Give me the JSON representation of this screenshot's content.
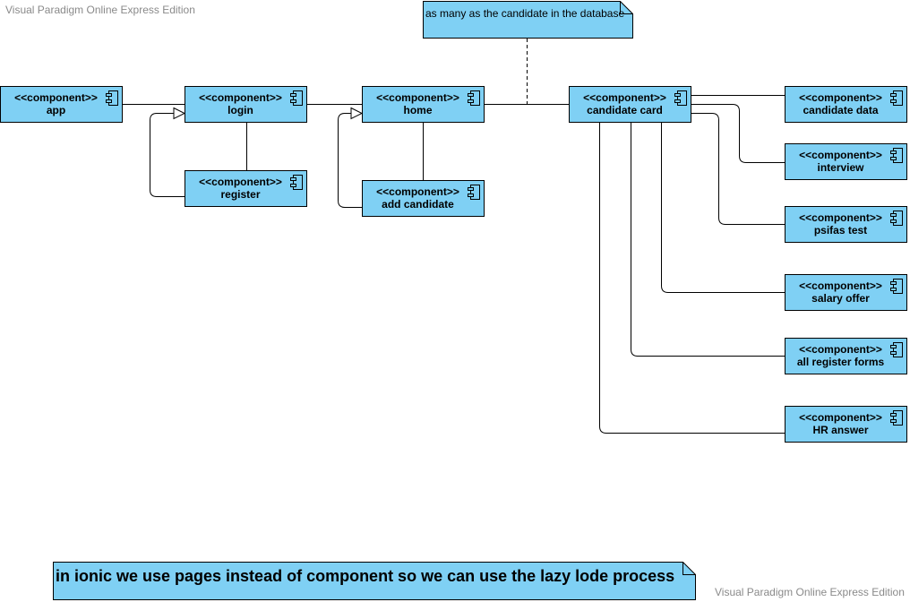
{
  "watermark": "Visual Paradigm Online Express Edition",
  "stereotype": "<<component>>",
  "components": {
    "app": "app",
    "login": "login",
    "register": "register",
    "home": "home",
    "add_candidate": "add candidate",
    "candidate_card": "candidate card",
    "candidate_data": "candidate data",
    "interview": "interview",
    "psifas_test": "psifas test",
    "salary_offer": "salary offer",
    "all_register_forms": "all register forms",
    "hr_answer": "HR answer"
  },
  "notes": {
    "top": "as many as the candidate in the database",
    "bottom": "in ionic we use pages instead of component so we can use the lazy lode  process"
  },
  "colors": {
    "component_fill": "#7fd0f4",
    "note_fill": "#7fd0f4",
    "line": "#000000",
    "watermark": "#8a8a8a"
  }
}
